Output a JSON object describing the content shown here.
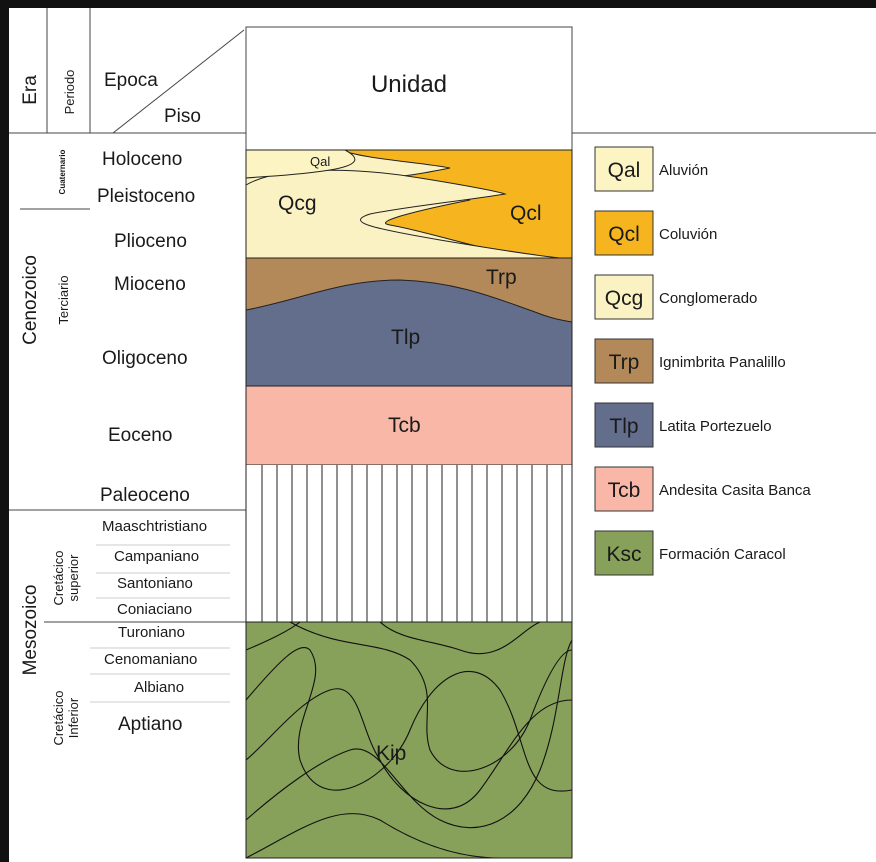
{
  "header": {
    "era": "Era",
    "periodo": "Periodo",
    "epoca": "Epoca",
    "piso": "Piso",
    "unidad": "Unidad"
  },
  "eras": {
    "cenozoico": "Cenozoico",
    "mesozoico": "Mesozoico"
  },
  "periods": {
    "cuaternario": "Cuaternario",
    "terciario": "Terciario",
    "cretacico_superior": [
      "Cretácico",
      "superior"
    ],
    "cretacico_inferior": [
      "Cretácico",
      "Inferior"
    ]
  },
  "epochs": [
    "Holoceno",
    "Pleistoceno",
    "Plioceno",
    "Mioceno",
    "Oligoceno",
    "Eoceno",
    "Paleoceno"
  ],
  "stages": [
    "Maaschtristiano",
    "Campaniano",
    "Santoniano",
    "Coniaciano",
    "Turoniano",
    "Cenomaniano",
    "Albiano",
    "Aptiano"
  ],
  "column_labels": {
    "qal": "Qal",
    "qcg": "Qcg",
    "qcl": "Qcl",
    "trp": "Trp",
    "tlp": "Tlp",
    "tcb": "Tcb",
    "kip": "Kip"
  },
  "legend": [
    {
      "code": "Qal",
      "label": "Aluvión",
      "color": "#fdf4c4"
    },
    {
      "code": "Qcl",
      "label": "Coluvión",
      "color": "#f6b51e"
    },
    {
      "code": "Qcg",
      "label": "Conglomerado",
      "color": "#fbf2c4"
    },
    {
      "code": "Trp",
      "label": "Ignimbrita Panalillo",
      "color": "#b4895a"
    },
    {
      "code": "Tlp",
      "label": "Latita Portezuelo",
      "color": "#636e8c"
    },
    {
      "code": "Tcb",
      "label": "Andesita Casita Banca",
      "color": "#f9b8a7"
    },
    {
      "code": "Ksc",
      "label": "Formación Caracol",
      "color": "#87a05a"
    }
  ],
  "colors": {
    "qal": "#fdf4c4",
    "qcl": "#f6b51e",
    "qcg": "#fbf2c4",
    "trp": "#b4895a",
    "tlp": "#636e8c",
    "tcb": "#f9b8a7",
    "kip": "#87a05a",
    "frame": "#111111"
  }
}
